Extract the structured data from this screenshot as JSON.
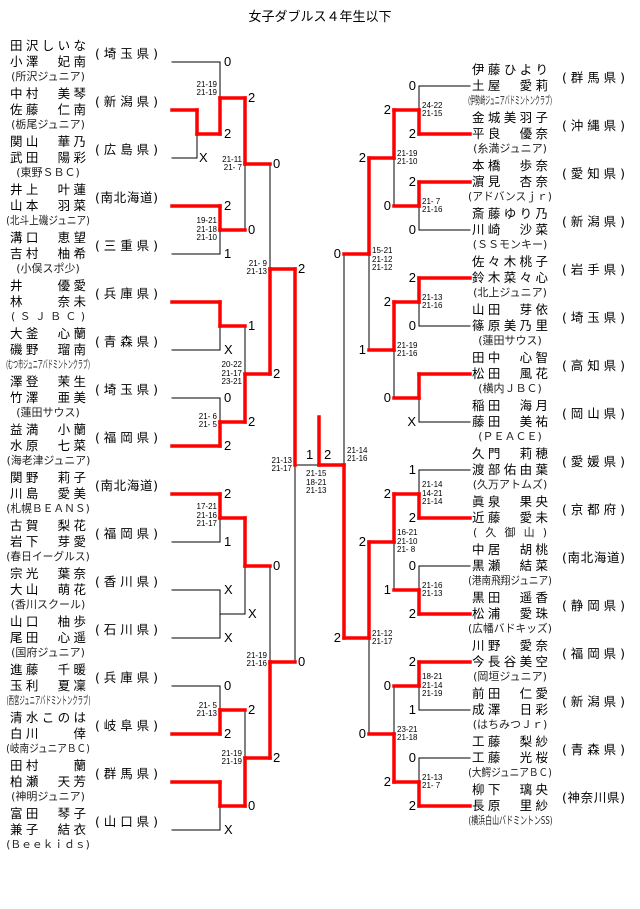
{
  "title": "女子ダブルス４年生以下",
  "left_teams": [
    {
      "p1": "田沢しいな",
      "p2": "小澤　妃南",
      "club": "(所沢ジュニア)",
      "pref": "(埼玉県)"
    },
    {
      "p1": "中村　美琴",
      "p2": "佐藤　仁南",
      "club": "(栃尾ジュニア)",
      "pref": "(新潟県)"
    },
    {
      "p1": "関山　華乃",
      "p2": "武田　陽彩",
      "club": "(東野ＳＢＣ)",
      "pref": "(広島県)"
    },
    {
      "p1": "井上　叶蓮",
      "p2": "山本　羽菜",
      "club": "(北斗上磯ジュニア)",
      "pref": "(南北海道)"
    },
    {
      "p1": "溝口　恵望",
      "p2": "吉村　柚希",
      "club": "(小俣スポ少)",
      "pref": "(三重県)"
    },
    {
      "p1": "井　　優愛",
      "p2": "林　　奈未",
      "club": "(ＳＪＢＣ)",
      "pref": "(兵庫県)"
    },
    {
      "p1": "大釜　心蘭",
      "p2": "磯野　瑠南",
      "club": "(むつ市ジュニアバドミントンクラブ)",
      "pref": "(青森県)"
    },
    {
      "p1": "澤登　茉生",
      "p2": "竹澤　亜美",
      "club": "(蓮田サウス)",
      "pref": "(埼玉県)"
    },
    {
      "p1": "益満　小蘭",
      "p2": "水原　七菜",
      "club": "(海老津ジュニア)",
      "pref": "(福岡県)"
    },
    {
      "p1": "関野　莉子",
      "p2": "川島　愛美",
      "club": "(札幌ＢＥＡＮＳ)",
      "pref": "(南北海道)"
    },
    {
      "p1": "古賀　梨花",
      "p2": "岩下　芽愛",
      "club": "(春日イーグルス)",
      "pref": "(福岡県)"
    },
    {
      "p1": "宗光　葉奈",
      "p2": "大山　萌花",
      "club": "(香川スクール)",
      "pref": "(香川県)"
    },
    {
      "p1": "山口　柚歩",
      "p2": "尾田　心遥",
      "club": "(国府ジュニア)",
      "pref": "(石川県)"
    },
    {
      "p1": "進藤　千暖",
      "p2": "玉利　夏凜",
      "club": "(西宮ジュニアバドミントンクラブ)",
      "pref": "(兵庫県)"
    },
    {
      "p1": "清水このは",
      "p2": "白川　　倖",
      "club": "(岐南ジュニアＢＣ)",
      "pref": "(岐阜県)"
    },
    {
      "p1": "田村　　蘭",
      "p2": "柏瀬　天芳",
      "club": "(神明ジュニア)",
      "pref": "(群馬県)"
    },
    {
      "p1": "富田　琴子",
      "p2": "兼子　結衣",
      "club": "(Ｂｅｅｋｉｄｓ)",
      "pref": "(山口県)"
    }
  ],
  "right_teams": [
    {
      "p1": "伊藤ひより",
      "p2": "土屋　愛莉",
      "club": "(伊勢崎ジュニアバドミントンクラブ)",
      "pref": "(群馬県)"
    },
    {
      "p1": "金城美羽子",
      "p2": "平良　優奈",
      "club": "(糸満ジュニア)",
      "pref": "(沖縄県)"
    },
    {
      "p1": "本橋　歩奈",
      "p2": "濵見　杏奈",
      "club": "(アドバンスｊｒ)",
      "pref": "(愛知県)"
    },
    {
      "p1": "斎藤ゆり乃",
      "p2": "川崎　沙菜",
      "club": "(ＳＳモンキー)",
      "pref": "(新潟県)"
    },
    {
      "p1": "佐々木桃子",
      "p2": "鈴木菜々心",
      "club": "(北上ジュニア)",
      "pref": "(岩手県)"
    },
    {
      "p1": "山田　芽依",
      "p2": "篠原美乃里",
      "club": "(蓮田サウス)",
      "pref": "(埼玉県)"
    },
    {
      "p1": "田中　心智",
      "p2": "松田　風花",
      "club": "(横内ＪＢＣ)",
      "pref": "(高知県)"
    },
    {
      "p1": "稲田　海月",
      "p2": "藤田　美祐",
      "club": "(ＰＥＡＣＥ)",
      "pref": "(岡山県)"
    },
    {
      "p1": "久門　莉穂",
      "p2": "渡部佑由葉",
      "club": "(久万アトムズ)",
      "pref": "(愛媛県)"
    },
    {
      "p1": "眞泉　果央",
      "p2": "近藤　愛未",
      "club": "(久御山)",
      "pref": "(京都府)"
    },
    {
      "p1": "中居　胡桃",
      "p2": "黒瀬　結菜",
      "club": "(港南飛翔ジュニア)",
      "pref": "(南北海道)"
    },
    {
      "p1": "黒田　遥香",
      "p2": "松浦　愛珠",
      "club": "(広幡バドキッズ)",
      "pref": "(静岡県)"
    },
    {
      "p1": "川野　愛奈",
      "p2": "今長谷美空",
      "club": "(岡垣ジュニア)",
      "pref": "(福岡県)"
    },
    {
      "p1": "前田　仁愛",
      "p2": "成澤　日彩",
      "club": "(はちみつＪｒ)",
      "pref": "(新潟県)"
    },
    {
      "p1": "工藤　梨紗",
      "p2": "工藤　光桜",
      "club": "(大鰐ジュニアＢＣ)",
      "pref": "(青森県)"
    },
    {
      "p1": "柳下　璃央",
      "p2": "長原　里紗",
      "club": "(横浜白山バドミントンSS)",
      "pref": "(神奈川県)"
    }
  ],
  "marks": {
    "left_team": [
      "0",
      "2",
      "X",
      "2",
      "1",
      "X",
      "0",
      "2",
      "2",
      "1",
      "X",
      "X",
      "0",
      "2",
      "X"
    ],
    "left_r1": [
      "2",
      "0",
      "1",
      "2",
      "X",
      "2",
      "0"
    ],
    "left_r2": [
      "0",
      "2",
      "0",
      "2"
    ],
    "left_r3": [
      "2",
      "0"
    ],
    "final": [
      "1",
      "2"
    ],
    "right_team": [
      "0",
      "2",
      "2",
      "0",
      "2",
      "0",
      "X",
      "1",
      "2",
      "0",
      "2",
      "2",
      "1",
      "0",
      "2"
    ],
    "right_r1": [
      "2",
      "0",
      "2",
      "0",
      "2",
      "1",
      "0",
      "2"
    ],
    "right_r2": [
      "2",
      "1",
      "2",
      "0"
    ],
    "right_r3": [
      "0",
      "2"
    ]
  },
  "game_scores": {
    "left": [
      [
        "21-19",
        "21-19"
      ],
      [
        "19-21",
        "21-18",
        "21-10"
      ],
      [
        "21- 6",
        "21- 5"
      ],
      [
        "17-21",
        "21-16",
        "21-17"
      ],
      [
        "21- 5",
        "21-13"
      ],
      [
        "21-11",
        "21- 7"
      ],
      [
        "20-22",
        "21-17",
        "23-21"
      ],
      [
        "21-19",
        "21-19"
      ],
      [
        "21- 9",
        "21-13"
      ],
      [
        "21-19",
        "21-16"
      ],
      [
        "21-13",
        "21-17"
      ]
    ],
    "final": [
      "21-15",
      "18-21",
      "21-13"
    ],
    "right": [
      [
        "24-22",
        "21-15"
      ],
      [
        "21- 7",
        "21-16"
      ],
      [
        "21-13",
        "21-16"
      ],
      [
        "21-14",
        "14-21",
        "21-14"
      ],
      [
        "21-16",
        "21-13"
      ],
      [
        "18-21",
        "21-14",
        "21-19"
      ],
      [
        "21-13",
        "21- 7"
      ],
      [
        "21-19",
        "21-10"
      ],
      [
        "21-19",
        "21-16"
      ],
      [
        "16-21",
        "21-10",
        "21- 8"
      ],
      [
        "23-21",
        "21-18"
      ],
      [
        "15-21",
        "21-12",
        "21-12"
      ],
      [
        "21-12",
        "21-17"
      ],
      [
        "21-14",
        "21-16"
      ]
    ]
  },
  "colors": {
    "winner_path": "#ff0000",
    "line": "#000000"
  }
}
